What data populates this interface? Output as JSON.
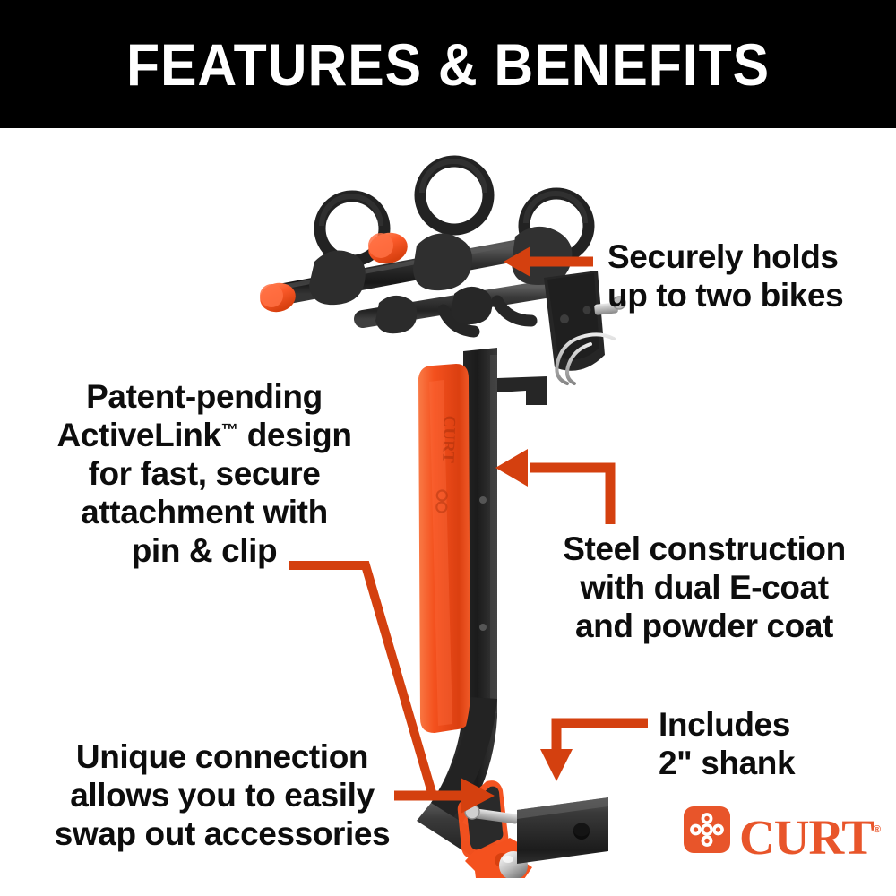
{
  "header": {
    "title": "FEATURES & BENEFITS",
    "background_color": "#000000",
    "text_color": "#ffffff"
  },
  "theme": {
    "accent_orange": "#D4400F",
    "logo_orange": "#E8552A",
    "product_orange": "#F4511E",
    "body_text": "#0d0d0d",
    "page_background": "#ffffff"
  },
  "callouts": [
    {
      "id": "securely-holds",
      "lines": [
        "Securely holds",
        "up to two bikes"
      ],
      "arrow": "left",
      "position": "top-right"
    },
    {
      "id": "activelink",
      "lines": [
        "Patent-pending",
        "ActiveLink™ design",
        "for fast, secure",
        "attachment with",
        "pin & clip"
      ],
      "line1": "Patent-pending",
      "line2_pre": "ActiveLink",
      "line2_tm": "™",
      "line2_post": " design",
      "line3": "for fast, secure",
      "line4": "attachment with",
      "line5": "pin & clip",
      "arrow": "elbow-down-right",
      "position": "left-upper"
    },
    {
      "id": "steel-construction",
      "lines": [
        "Steel construction",
        "with dual E-coat",
        "and powder coat"
      ],
      "arrow": "elbow-up-left",
      "position": "right-middle"
    },
    {
      "id": "includes-shank",
      "lines": [
        "Includes",
        "2\" shank"
      ],
      "arrow": "elbow-left-down",
      "position": "right-lower"
    },
    {
      "id": "unique-connection",
      "lines": [
        "Unique connection",
        "allows you to easily",
        "swap out accessories"
      ],
      "arrow": "right",
      "position": "bottom-left"
    }
  ],
  "product": {
    "name": "hitch-mounted bike rack",
    "description": "Two-bike hitch rack with orange ActiveLink mast sleeve and 2-inch black shank",
    "colors": {
      "body": "#2b2b2b",
      "sleeve": "#F4511E",
      "cradle_cap": "#FF5A2B"
    }
  },
  "logo": {
    "wordmark": "CURT",
    "registered": "®",
    "mark_name": "curt-cloverleaf-mark",
    "color": "#E8552A"
  }
}
